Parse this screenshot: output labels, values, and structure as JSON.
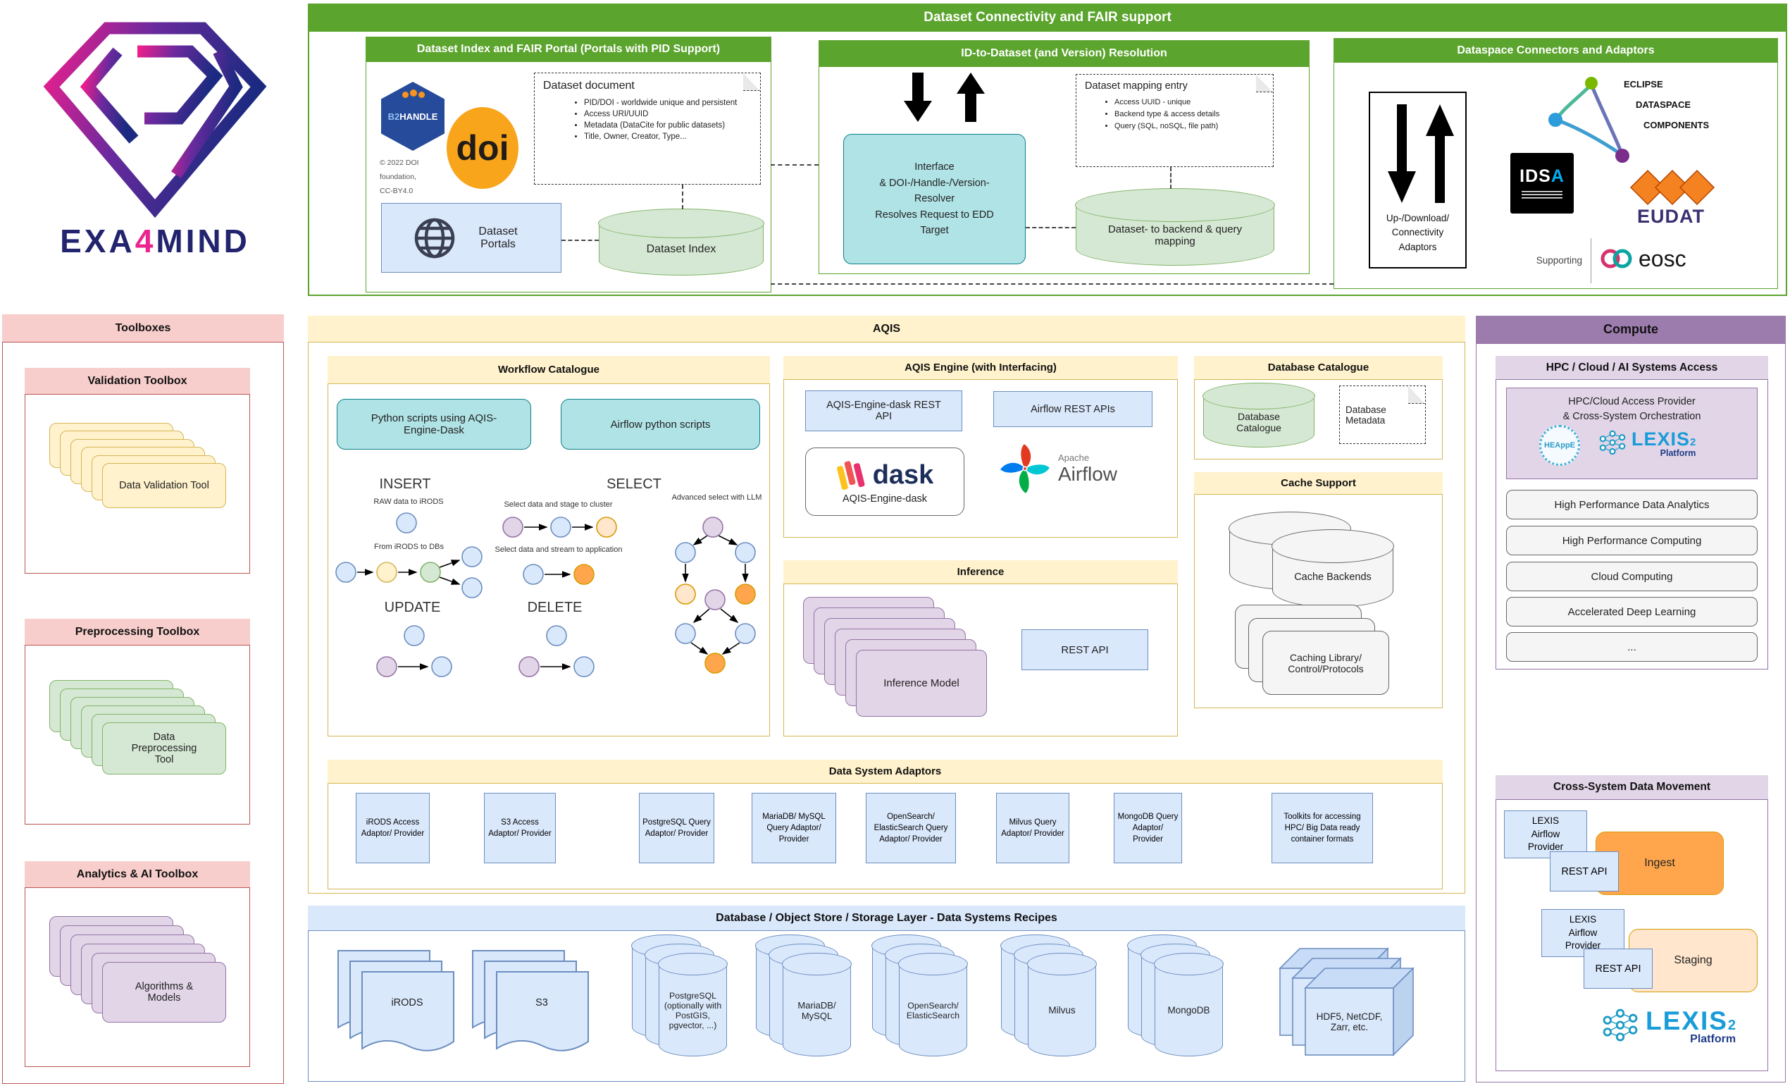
{
  "palette": {
    "green_header": "#5ba42d",
    "yellow_fill": "#fff2cc",
    "yellow_stroke": "#d6b656",
    "red_fill": "#f8cecc",
    "red_stroke": "#b85450",
    "purple_fill": "#e1d5e7",
    "purple_stroke": "#9673a6",
    "purple_header": "#9c7bad",
    "blue_fill": "#dae8fc",
    "blue_stroke": "#6c8ebf",
    "teal_fill": "#b0e3e6",
    "teal_stroke": "#0e8088",
    "green_fill": "#d5e8d4",
    "green_stroke": "#82b366",
    "gray_fill": "#f5f5f5",
    "gray_stroke": "#666666",
    "orange_fill": "#ffa64d",
    "orange_light": "#ffe6cc",
    "orange_stroke": "#d79b00"
  },
  "logo": {
    "pre": "EXA",
    "mid": "4",
    "post": "MIND"
  },
  "fair": {
    "title": "Dataset Connectivity and FAIR support",
    "portal": {
      "title": "Dataset Index and FAIR Portal (Portals with PID Support)",
      "b2": "B2",
      "handle": "HANDLE",
      "credit": [
        "© 2022 DOI",
        "foundation,",
        "CC-BY4.0"
      ],
      "doi": "doi",
      "document": {
        "title": "Dataset document",
        "bullets": [
          "PID/DOI - worldwide unique and persistent",
          "Access URI/UUID",
          "Metadata (DataCite for public datasets)",
          "Title, Owner, Creator, Type..."
        ]
      },
      "portals": "Dataset Portals",
      "index": "Dataset Index"
    },
    "resolution": {
      "title": "ID-to-Dataset (and Version) Resolution",
      "resolver": [
        "Interface",
        "& DOI-/Handle-/Version-",
        "Resolver",
        "Resolves Request to EDD",
        "Target"
      ],
      "entry": {
        "title": "Dataset mapping entry",
        "bullets": [
          "Access UUID - unique",
          "Backend type & access details",
          "Query (SQL, noSQL, file path)"
        ]
      },
      "mapping_db": "Dataset- to backend & query mapping"
    },
    "dataspace": {
      "title": "Dataspace Connectors and Adaptors",
      "updown": [
        "Up-/Download/",
        "Connectivity",
        "Adaptors"
      ],
      "edc": [
        "ECLIPSE",
        "DATASPACE",
        "COMPONENTS"
      ],
      "idsa_ids": "IDS",
      "idsa_a": "A",
      "eudat": "EUDAT",
      "supporting": "Supporting",
      "eosc": "eosc"
    }
  },
  "toolboxes": {
    "title": "Toolboxes",
    "validation": {
      "title": "Validation Toolbox",
      "card": "Data Validation Tool"
    },
    "preprocessing": {
      "title": "Preprocessing Toolbox",
      "card": "Data Preprocessing Tool"
    },
    "analytics": {
      "title": "Analytics & AI Toolbox",
      "card": "Algorithms & Models"
    }
  },
  "aqis": {
    "title": "AQIS",
    "workflow": {
      "title": "Workflow Catalogue",
      "python_box": "Python scripts using AQIS-Engine-Dask",
      "airflow_box": "Airflow python scripts",
      "insert_label": "INSERT",
      "select_label": "SELECT",
      "update_label": "UPDATE",
      "delete_label": "DELETE",
      "raw_caption": "RAW data to iRODS",
      "irods_caption": "From iRODS to DBs",
      "stage_caption": "Select data and stage to cluster",
      "stream_caption": "Select data and stream to application",
      "llm_caption": "Advanced select with LLM"
    },
    "engine": {
      "title": "AQIS Engine (with Interfacing)",
      "dask_rest": "AQIS-Engine-dask REST API",
      "airflow_rest": "Airflow REST APIs",
      "dask_word": "dask",
      "dask_caption": "AQIS-Engine-dask",
      "apache": "Apache",
      "airflow": "Airflow"
    },
    "db_catalogue": {
      "title": "Database Catalogue",
      "cylinder": "Database Catalogue",
      "metadata": "Database Metadata"
    },
    "cache": {
      "title": "Cache Support",
      "backends": "Cache Backends",
      "library": "Caching Library/ Control/Protocols"
    },
    "inference": {
      "title": "Inference",
      "model": "Inference Model",
      "rest": "REST API"
    },
    "adaptors": {
      "title": "Data System Adaptors",
      "items": [
        "iRODS Access Adaptor/ Provider",
        "S3 Access Adaptor/ Provider",
        "PostgreSQL Query Adaptor/ Provider",
        "MariaDB/ MySQL Query Adaptor/ Provider",
        "OpenSearch/ ElasticSearch Query Adaptor/ Provider",
        "Milvus Query Adaptor/ Provider",
        "MongoDB Query Adaptor/ Provider",
        "Toolkits for accessing HPC/ Big Data ready container formats"
      ]
    }
  },
  "storage": {
    "title": "Database / Object Store / Storage Layer - Data Systems Recipes",
    "items": [
      "iRODS",
      "S3",
      "PostgreSQL (optionally with PostGIS, pgvector, ...)",
      "MariaDB/ MySQL",
      "OpenSearch/ ElasticSearch",
      "Milvus",
      "MongoDB",
      "HDF5, NetCDF, Zarr, etc."
    ]
  },
  "compute": {
    "title": "Compute",
    "hpc": {
      "title": "HPC / Cloud / AI Systems Access",
      "provider": [
        "HPC/Cloud Access Provider",
        "& Cross-System Orchestration"
      ],
      "heappe": "HEAppE",
      "buttons": [
        "High Performance Data Analytics",
        "High Performance Computing",
        "Cloud Computing",
        "Accelerated Deep Learning",
        "..."
      ]
    },
    "movement": {
      "title": "Cross-System Data Movement",
      "provider": "LEXIS Airflow Provider",
      "rest": "REST API",
      "ingest": "Ingest",
      "staging": "Staging"
    },
    "lexis": {
      "word": "LEXIS",
      "sub": "2",
      "platform": "Platform"
    }
  }
}
